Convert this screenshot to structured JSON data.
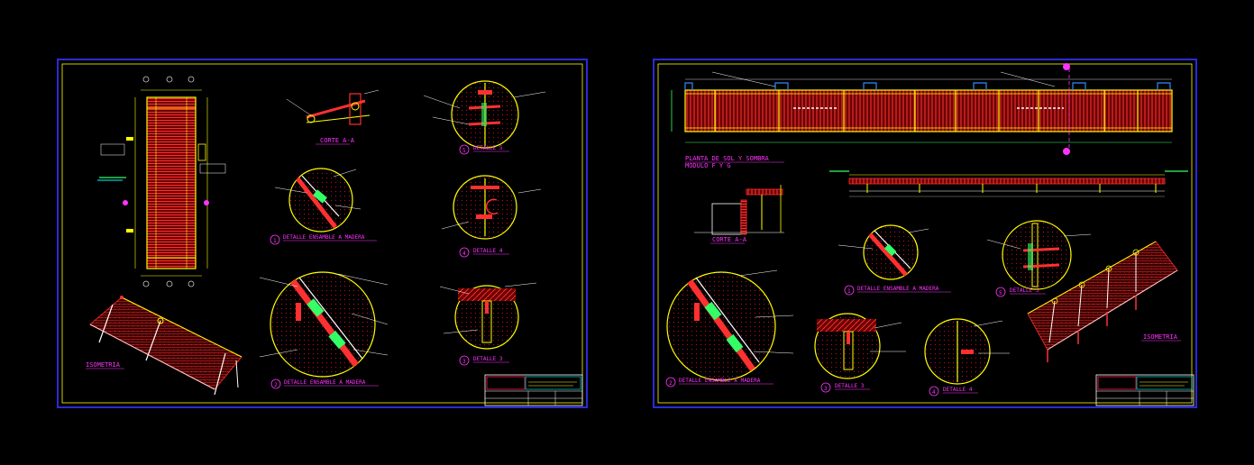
{
  "colors": {
    "background": "#000000",
    "sheet_border": "#2b2bd6",
    "inner_border": "#ffff00",
    "wood": "#d21a1a",
    "wood_dark": "#8b0000",
    "steel": "#ffff00",
    "label": "#ff33ff",
    "annotation": "#ffffff",
    "note_green": "#33ff66",
    "note_cyan": "#00ffff",
    "title_block": "#ff2255"
  },
  "sheet1": {
    "corte_title": "CORTE A-A",
    "detalle1_title": "DETALLE ENSAMBLE A MADERA",
    "detalle2_title": "DETALLE ENSAMBLE A MADERA",
    "detalle3_title": "DETALLE 3",
    "detalle4_title": "DETALLE 4",
    "detalle5_title": "DETALLE 5",
    "isometria_title": "ISOMETRIA",
    "num1": "1",
    "num2": "2",
    "num3": "3",
    "num4": "4",
    "num5": "5"
  },
  "sheet2": {
    "planta_title": "PLANTA DE SOL Y SOMBRA",
    "planta_subtitle": "MODULO F Y G",
    "corte_title": "CORTE A-A",
    "detalle1_title": "DETALLE ENSAMBLE A MADERA",
    "detalle2_title": "DETALLE ENSAMBLE A MADERA",
    "detalle3_title": "DETALLE 3",
    "detalle4_title": "DETALLE 4",
    "detalle5_title": "DETALLE 5",
    "isometria_title": "ISOMETRIA",
    "num1": "1",
    "num2": "2",
    "num3": "3",
    "num4": "4",
    "num5": "5"
  }
}
